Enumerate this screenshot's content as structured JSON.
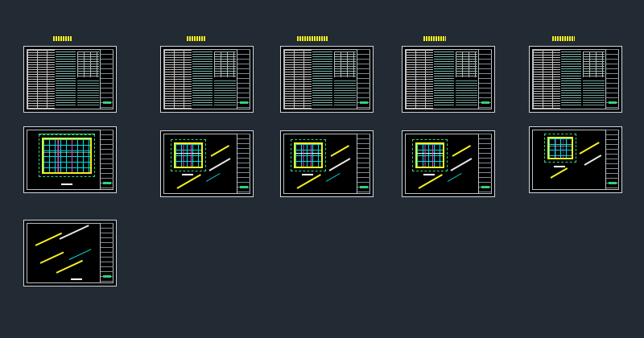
{
  "canvas": {
    "background": "#222a33"
  },
  "colors": {
    "sheet_bg": "#000000",
    "frame": "#cfd6dd",
    "title_text": "#f5f01e",
    "pipe_yellow": "#f5f01e",
    "pipe_cyan": "#00e0e0",
    "wall_magenta": "#e64ad0",
    "dimension_green": "#33d17a"
  },
  "sheets": [
    {
      "id": "sheet-1",
      "kind": "notes-table",
      "title": "■■■■■■■"
    },
    {
      "id": "sheet-2",
      "kind": "notes-table",
      "title": "■■■■■■■"
    },
    {
      "id": "sheet-3",
      "kind": "notes-table",
      "title": "■■■■■■■■■■■"
    },
    {
      "id": "sheet-4",
      "kind": "notes-table",
      "title": "■■■■■■■■"
    },
    {
      "id": "sheet-5",
      "kind": "notes-table",
      "title": "■■■■■■■■"
    },
    {
      "id": "sheet-6",
      "kind": "floor-plan",
      "title": ""
    },
    {
      "id": "sheet-7",
      "kind": "plan-and-isometric",
      "title": ""
    },
    {
      "id": "sheet-8",
      "kind": "plan-and-isometric",
      "title": ""
    },
    {
      "id": "sheet-9",
      "kind": "plan-and-isometric",
      "title": ""
    },
    {
      "id": "sheet-10",
      "kind": "plan-and-isometric",
      "title": ""
    },
    {
      "id": "sheet-11",
      "kind": "isometric-only",
      "title": ""
    }
  ]
}
